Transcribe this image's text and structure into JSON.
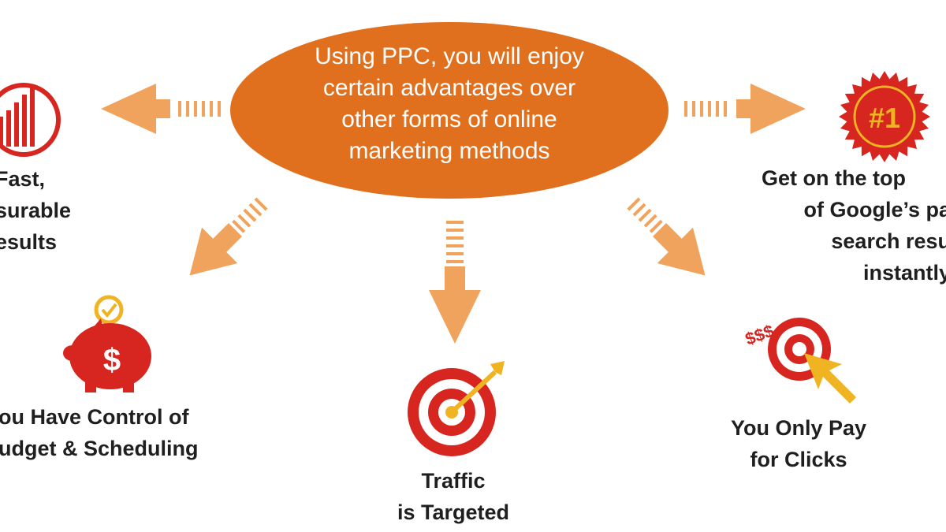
{
  "colors": {
    "accent_orange": "#e0701d",
    "arrow_orange": "#f0a35c",
    "icon_red": "#d7261f",
    "icon_gold": "#f0b322",
    "text_dark": "#1f1f1f"
  },
  "center": {
    "lines": [
      "Using PPC, you will enjoy",
      "certain advantages over",
      "other forms of online",
      "marketing methods"
    ]
  },
  "benefits": {
    "fast_results": {
      "lines": [
        "Fast,",
        "surable",
        "esults"
      ],
      "icon": "bar-chart-icon"
    },
    "google_top": {
      "lines": [
        "Get on the top",
        "of Google’s pa",
        "search resu",
        "instantly"
      ],
      "icon": "number-one-badge-icon",
      "badge_text": "#1"
    },
    "budget_control": {
      "lines": [
        "ou Have Control of",
        "udget & Scheduling"
      ],
      "icon": "piggy-bank-icon",
      "icon_text": "$"
    },
    "traffic_targeted": {
      "lines": [
        "Traffic",
        "is Targeted"
      ],
      "icon": "target-dart-icon"
    },
    "pay_for_clicks": {
      "lines": [
        "You Only Pay",
        "for Clicks"
      ],
      "icon": "target-click-icon",
      "icon_text": "$$$"
    }
  }
}
